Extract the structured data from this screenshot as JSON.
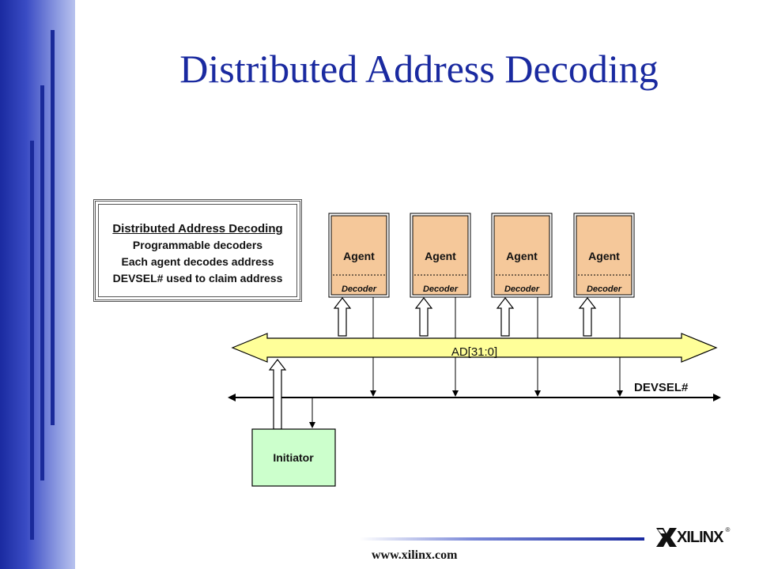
{
  "slide": {
    "title": "Distributed Address Decoding"
  },
  "infobox": {
    "heading": "Distributed Address Decoding",
    "lines": [
      "Programmable decoders",
      "Each agent decodes address",
      "DEVSEL# used to claim address"
    ]
  },
  "diagram": {
    "agents": [
      {
        "label": "Agent",
        "sublabel": "Decoder"
      },
      {
        "label": "Agent",
        "sublabel": "Decoder"
      },
      {
        "label": "Agent",
        "sublabel": "Decoder"
      },
      {
        "label": "Agent",
        "sublabel": "Decoder"
      }
    ],
    "bus_label": "AD[31:0]",
    "devsel_label": "DEVSEL#",
    "initiator_label": "Initiator"
  },
  "footer": {
    "url": "www.xilinx.com",
    "logo_text": "XILINX",
    "logo_reg": "®"
  },
  "colors": {
    "title": "#1a2aa0",
    "agent_fill": "#f5c89a",
    "initiator_fill": "#ccffcc",
    "bus_fill": "#ffff99"
  }
}
